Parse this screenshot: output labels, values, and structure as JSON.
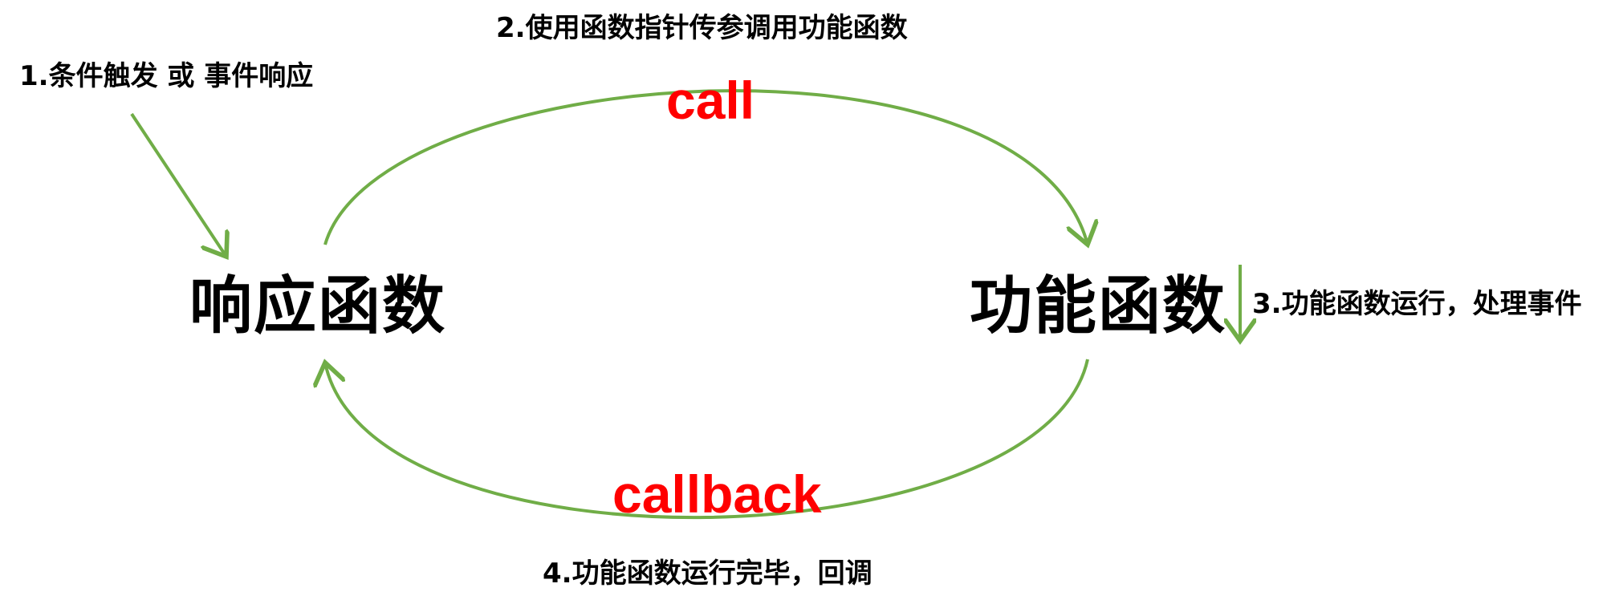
{
  "nodes": {
    "response": "响应函数",
    "function": "功能函数"
  },
  "steps": {
    "trigger": "1.条件触发 或 事件响应",
    "call": "2.使用函数指针传参调用功能函数",
    "process": "3.功能函数运行，处理事件",
    "callback": "4.功能函数运行完毕，回调"
  },
  "keywords": {
    "call": "call",
    "callback": "callback"
  },
  "colors": {
    "arrow": "#70ad47",
    "keyword": "#ff0000",
    "text": "#000000"
  }
}
